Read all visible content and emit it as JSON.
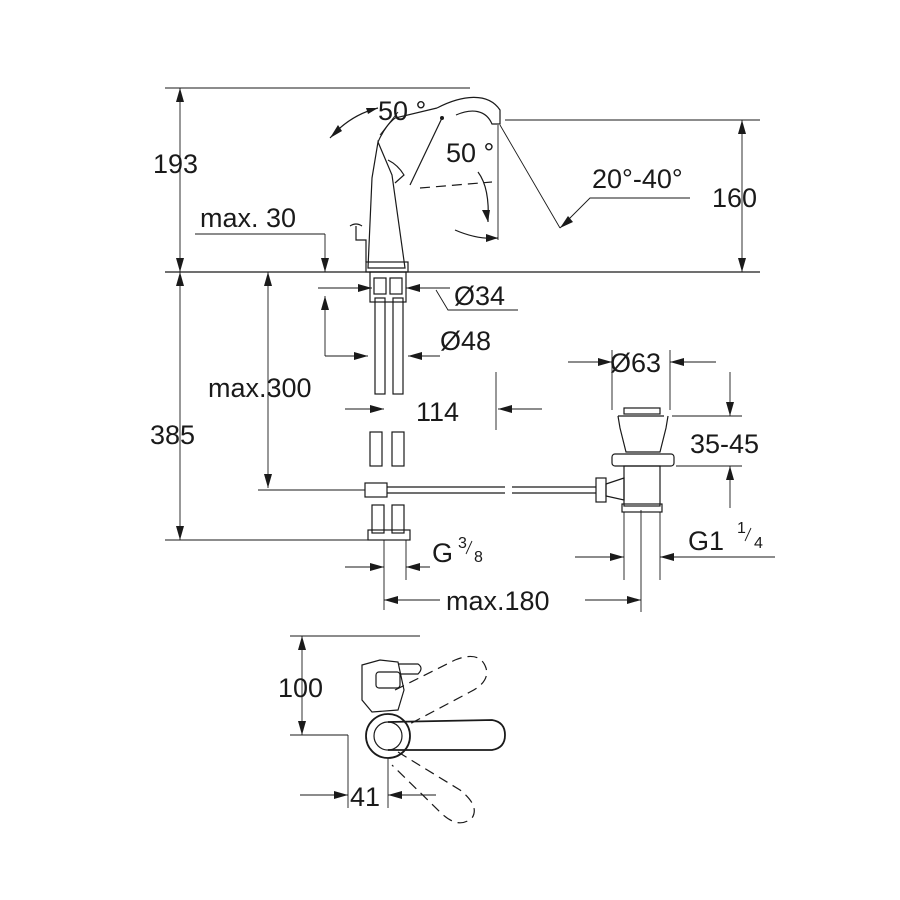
{
  "dimensions": {
    "total_height": "193",
    "angle_left": "50 °",
    "angle_right": "50 °",
    "spout_angle": "20°-40°",
    "spout_height": "160",
    "max_30": "max. 30",
    "diam_34": "Ø34",
    "diam_48": "Ø48",
    "max_300": "max.300",
    "below_height": "385",
    "reach_114": "114",
    "diam_63": "Ø63",
    "range_35_45": "35-45",
    "g_thread_main": "G",
    "g_thread_num": "3",
    "g_thread_den": "8",
    "g1_main": "G1",
    "g1_num": "1",
    "g1_den": "4",
    "max_180": "max.180",
    "top_100": "100",
    "top_41": "41"
  }
}
